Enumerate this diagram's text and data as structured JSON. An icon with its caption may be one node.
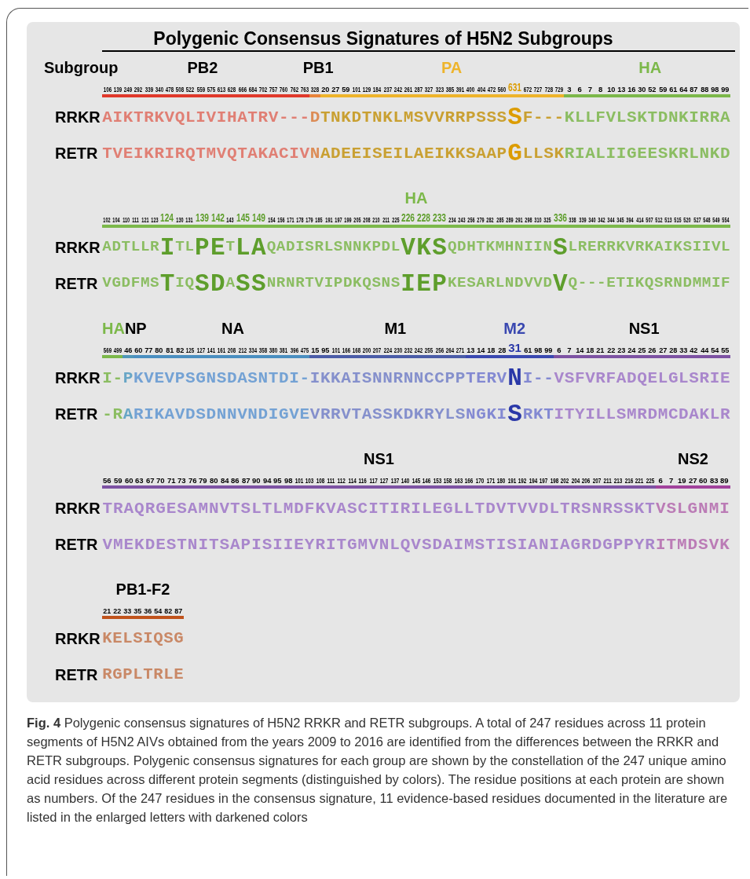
{
  "diagram": {
    "title": "Polygenic Consensus Signatures of H5N2 Subgroups",
    "caption": "**Fig. 4** Polygenic consensus signatures of H5N2 RRKR and RETR subgroups. A total of 247 residues across 11 protein segments of H5N2 AIVs obtained from the years 2009 to 2016 are identified from the differences between the RRKR and RETR subgroups. Polygenic consensus signatures for each group are shown by the constellation of the 247 unique amino acid residues across different protein segments (distinguished by colors). The residue positions at each protein are shown as numbers. Of the 247 residues in the consensus signature, 11 evidence-based residues documented in the literature are listed in the enlarged letters with darkened colors",
    "labels": [
      "Subgroup",
      "PB2",
      "PB1",
      "PA",
      "HA",
      "106 139 249 292 339 340 478 508 522 559 575 613 628 666 684 702 757 760 762 763 328 20 27 59 101 129 184 237 242 261 287 327 323 385 391 400 404 472 560 631 672 727 728 729 3 6 7 8 10 13 16 30 52 59 61 64 87 88 98 99",
      "RRKR",
      "AIKTRKVQLIVIHATRV---DTNKDTNKLMSVVRRPSSSSF---KLLFVLSKTDNKIRRA",
      "RETR",
      "TVEIKRIRQTMVQTAKACIVNADEEISEILAEIKKSAAPGLLSKRIALIIGEESKRLNKD",
      "HA",
      "102 104 110 111 121 123 124 130 131 139 142 143 145 149 154 156 171 178 179 185 191 197 199 205 208 210 211 225 226 228 233 234 243 256 279 282 285 289 291 298 310 325 336 338 339 340 342 344 345 394 414 507 512 513 515 520 527 548 549 554",
      "RRKR",
      "ADTLLRITLPETLAQADISRLSNNKPDLVKSQDHTKMHNIINSLRERRKVRKAIKSIIVL",
      "RETR",
      "VGDFMSTIQSDASSNRNRTVIPDKQSNSIEPKESARLNDVVDVQ---ETIKQSRNDMMIF",
      "HA",
      "NP",
      "NA",
      "M1",
      "M2",
      "NS1",
      "569 499 46 60 77 80 81 82 125 127 141 161 208 212 334 358 380 381 396 475 15 95 101 166 168 200 207 224 230 232 242 255 256 264 271 13 14 18 28 31 61 98 99 6 7 14 18 21 22 23 24 25 26 27 28 33 42 44 54 55",
      "RRKR",
      "I-PKVEVPSGNSDASNTDI-IKKAISNNRNNCCPPTERVNI--VSFVRFADQELGLSRIE",
      "RETR",
      "-RARIKAVDSDNNVNDIGVEVRRVTASSKDKRYLSNGKISRKTITYILLSMRDMCDAKLR",
      "NS1",
      "NS2",
      "56 59 60 63 67 70 71 73 76 79 80 84 86 87 90 94 95 98 101 103 108 111 112 114 116 117 127 137 140 145 146 153 158 163 166 170 171 180 191 192 194 197 198 202 204 206 207 211 213 216 221 225 6 7 19 27 60 83 89",
      "RRKR",
      "TRAQRGESAMNVTSLTLMDFKVASCITIRILEGLLTDVTVVDLTRSNRSSKTVSLGNMI",
      "RETR",
      "VMEKDESTNITSAPISIIEYRITGMVNLQVSDAIMSTISIANIAGRDGPPYRITMDSVK",
      "PB1-F2",
      "21 22 33 35 36 54 82 87",
      "RRKR",
      "KELSIQSG",
      "RETR",
      "RGPLTRLE"
    ]
  }
}
